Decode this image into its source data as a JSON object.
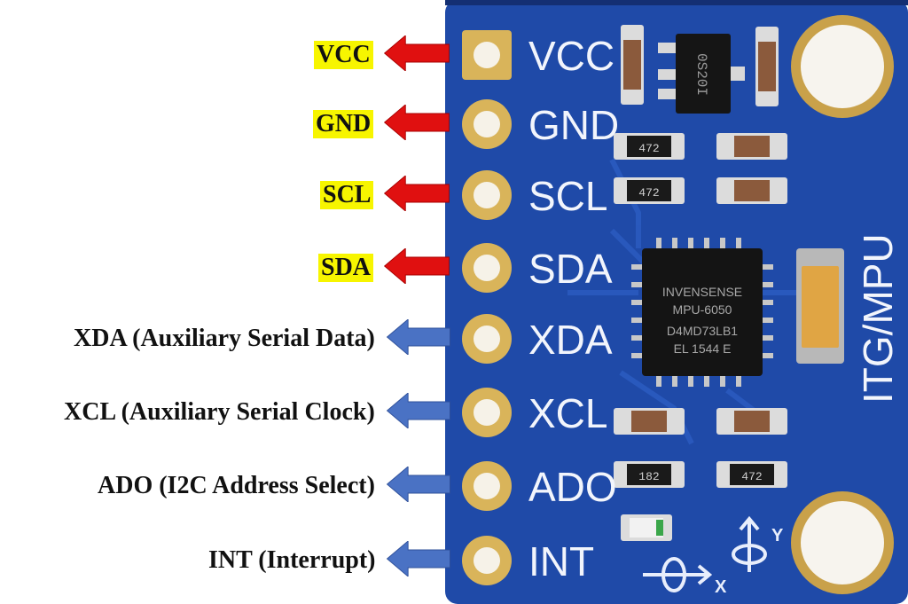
{
  "colors": {
    "board": "#1f4aa8",
    "board_edge": "#142f73",
    "pad_gold": "#d9b45a",
    "power_arrow": "#e01010",
    "aux_arrow": "#4a72c4",
    "highlight": "#f7f500"
  },
  "pins": [
    {
      "silk": "VCC",
      "label": "VCC",
      "highlight": true,
      "arrow": "red"
    },
    {
      "silk": "GND",
      "label": "GND",
      "highlight": true,
      "arrow": "red"
    },
    {
      "silk": "SCL",
      "label": "SCL",
      "highlight": true,
      "arrow": "red"
    },
    {
      "silk": "SDA",
      "label": "SDA",
      "highlight": true,
      "arrow": "red"
    },
    {
      "silk": "XDA",
      "label": "XDA (Auxiliary Serial Data)",
      "highlight": false,
      "arrow": "blue"
    },
    {
      "silk": "XCL",
      "label": "XCL (Auxiliary Serial Clock)",
      "highlight": false,
      "arrow": "blue"
    },
    {
      "silk": "ADO",
      "label": "ADO (I2C Address Select)",
      "highlight": false,
      "arrow": "blue"
    },
    {
      "silk": "INT",
      "label": "INT (Interrupt)",
      "highlight": false,
      "arrow": "blue"
    }
  ],
  "board": {
    "vertical_label": "ITG/MPU",
    "chip_lines": [
      "INVENSENSE",
      "MPU-6050",
      "D4MD73LB1",
      "EL 1544 E"
    ],
    "regulator_text": "0S20I",
    "resistor_codes": [
      "472",
      "472",
      "182",
      "472"
    ],
    "axis_x": "X",
    "axis_y": "Y"
  }
}
